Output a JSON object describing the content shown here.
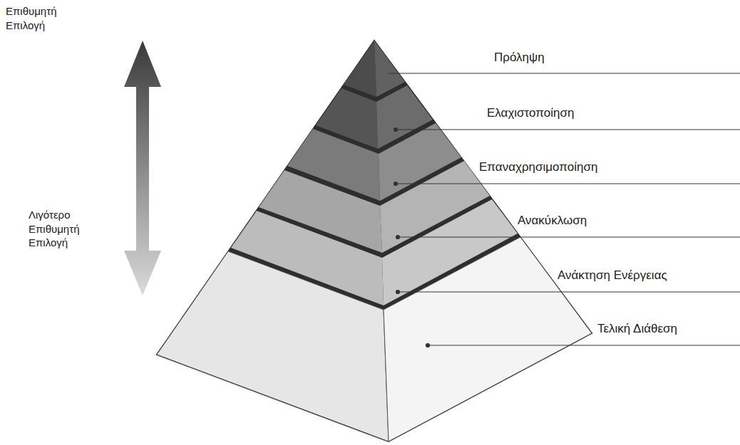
{
  "diagram": {
    "labels": [
      "Επιθυμητή Επιλογή",
      "Λιγότερο Επιθυμητή Επιλογή",
      "Πρόληψη",
      "Ελαχιστοποίηση",
      "Επαναχρησιμοποίηση",
      "Ανακύκλωση",
      "Ανάκτηση Ενέργειας",
      "Τελική Διάθεση"
    ]
  }
}
